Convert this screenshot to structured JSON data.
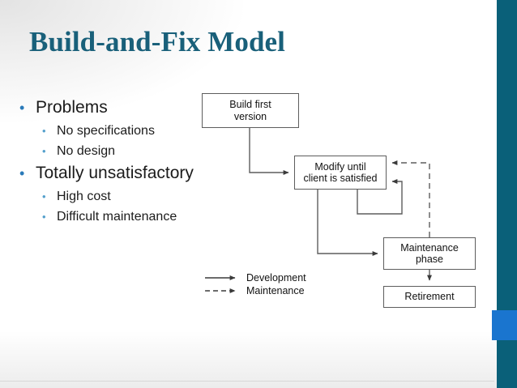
{
  "slide": {
    "title": "Build-and-Fix Model"
  },
  "theme": {
    "title_color": "#19607a",
    "accent_bar_color": "#0a6079",
    "accent_block_color": "#1a75cf",
    "bullet_level1_color": "#2a7ab9",
    "bullet_level2_color": "#55a0cc",
    "diagram_line_color": "#5d5d5d",
    "background": "#ffffff"
  },
  "bullets": [
    {
      "level": 1,
      "text": "Problems"
    },
    {
      "level": 2,
      "text": "No specifications"
    },
    {
      "level": 2,
      "text": "No design"
    },
    {
      "level": 1,
      "text": "Totally unsatisfactory"
    },
    {
      "level": 2,
      "text": "High cost"
    },
    {
      "level": 2,
      "text": "Difficult maintenance"
    }
  ],
  "diagram": {
    "nodes": [
      {
        "id": "build",
        "label": "Build first\nversion"
      },
      {
        "id": "modify",
        "label": "Modify until\nclient is satisfied"
      },
      {
        "id": "maintenance",
        "label": "Maintenance\nphase"
      },
      {
        "id": "retirement",
        "label": "Retirement"
      }
    ],
    "edges": [
      {
        "from": "build",
        "to": "modify",
        "style": "solid"
      },
      {
        "from": "modify",
        "to": "modify",
        "style": "solid"
      },
      {
        "from": "modify",
        "to": "maintenance",
        "style": "solid"
      },
      {
        "from": "maintenance",
        "to": "modify",
        "style": "dashed"
      },
      {
        "from": "maintenance",
        "to": "retirement",
        "style": "solid"
      }
    ],
    "legend": [
      {
        "style": "solid",
        "label": "Development"
      },
      {
        "style": "dashed",
        "label": "Maintenance"
      }
    ]
  }
}
